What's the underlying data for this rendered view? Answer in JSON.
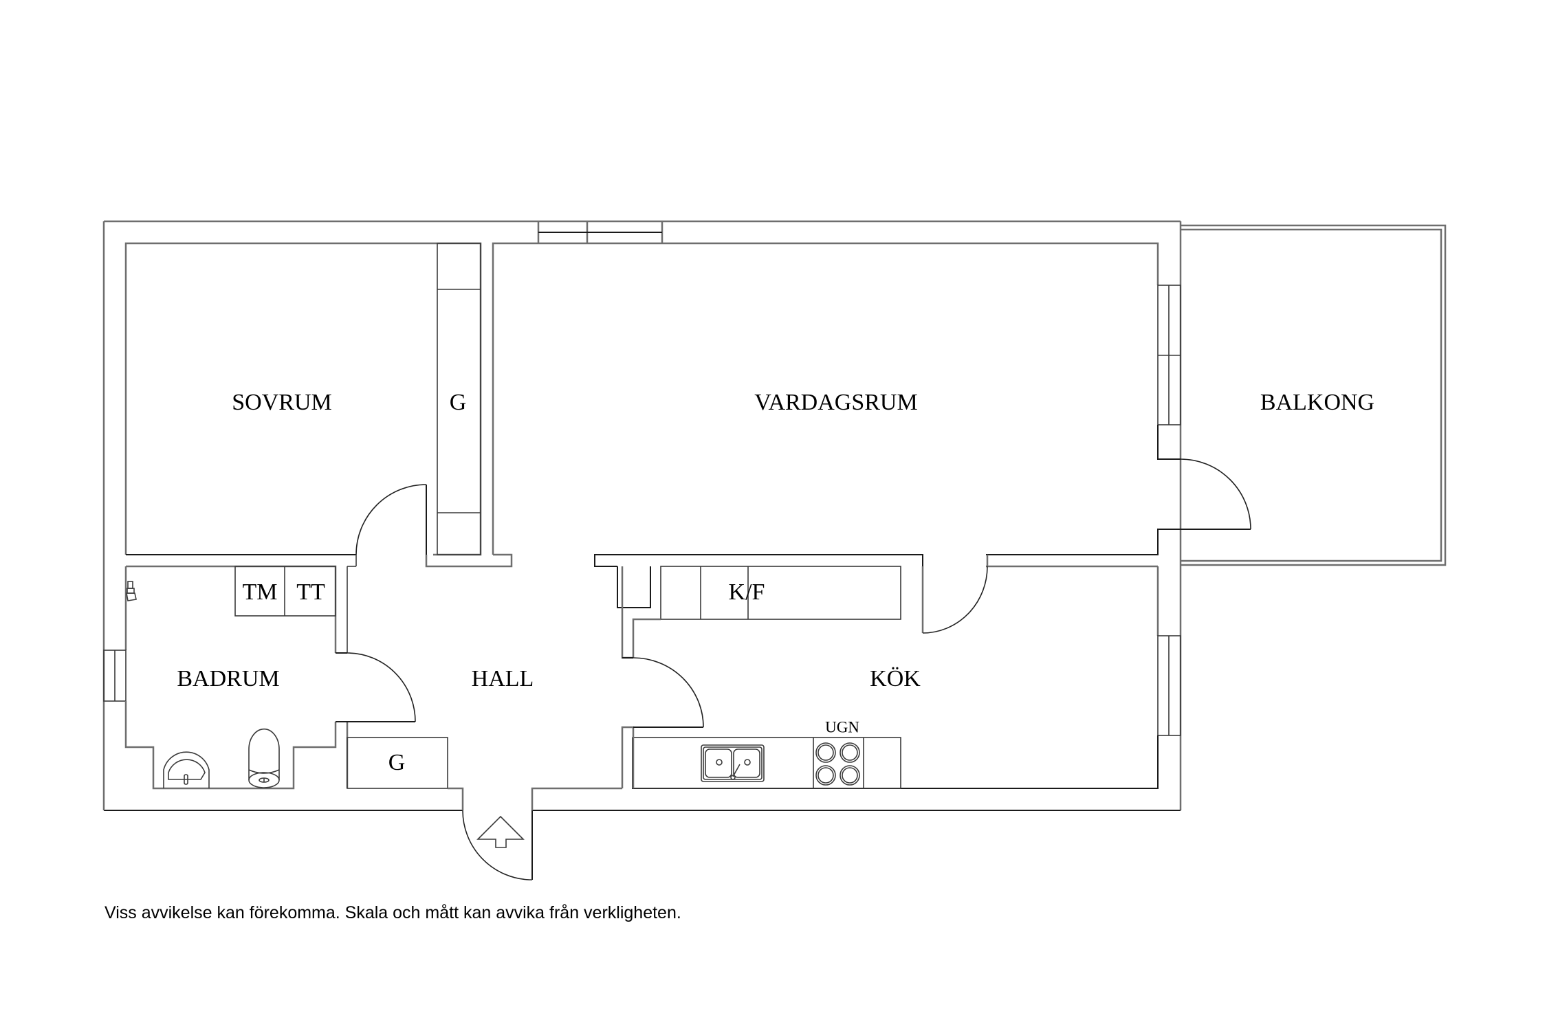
{
  "floorplan": {
    "rooms": {
      "sovrum": "SOVRUM",
      "vardagsrum": "VARDAGSRUM",
      "balkong": "BALKONG",
      "badrum": "BADRUM",
      "hall": "HALL",
      "kok": "KÖK"
    },
    "fixtures": {
      "bedroom_wardrobe": "G",
      "hall_wardrobe": "G",
      "washing_machine": "TM",
      "dryer": "TT",
      "fridge_freezer": "K/F",
      "oven": "UGN"
    },
    "icons": [
      "entrance-arrow-icon",
      "sink-icon",
      "stove-icon",
      "toilet-icon",
      "washbasin-icon",
      "shower-faucet-icon"
    ],
    "line_color": "#6e6e6e"
  },
  "disclaimer": "Viss avvikelse kan förekomma. Skala och mått kan avvika från verkligheten."
}
